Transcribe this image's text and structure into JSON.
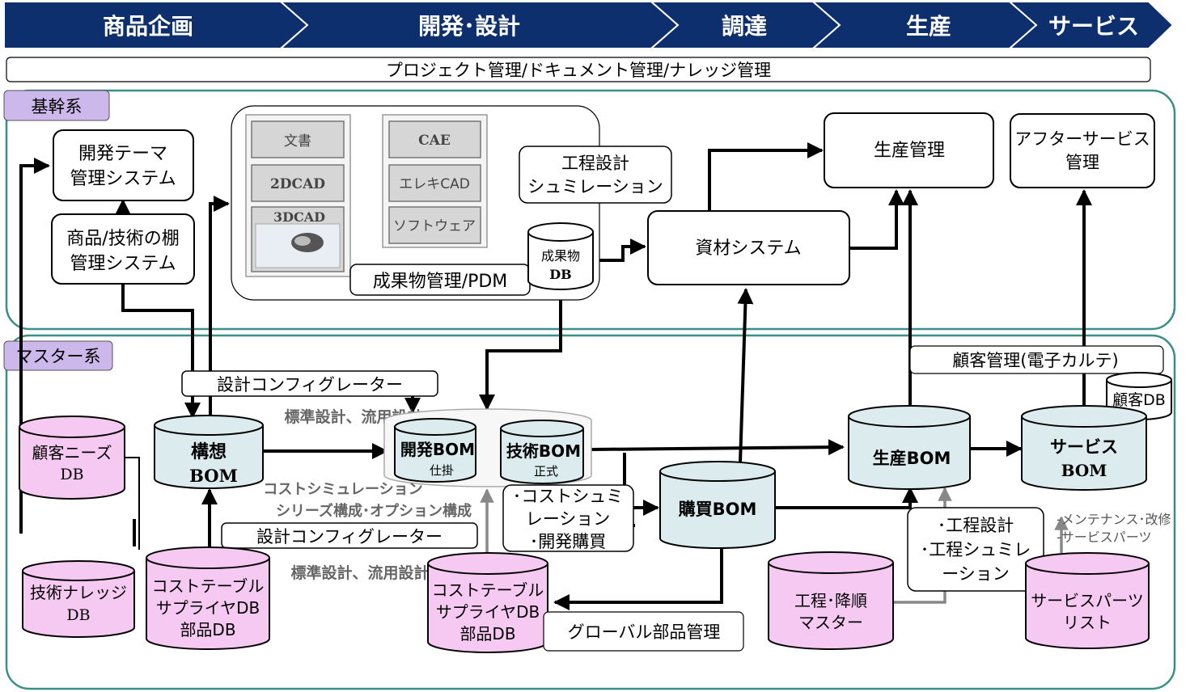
{
  "phases": [
    "商品企画",
    "開発･設計",
    "調達",
    "生産",
    "サービス"
  ],
  "banner": "プロジェクト管理/ドキュメント管理/ナレッジ管理",
  "sections": {
    "core": "基幹系",
    "master": "マスター系"
  },
  "core": {
    "theme_system": [
      "開発テーマ",
      "管理システム"
    ],
    "shelf_system": [
      "商品/技術の棚",
      "管理システム"
    ],
    "pdm_items_left": [
      "文書",
      "2DCAD",
      "3DCAD"
    ],
    "pdm_items_right": [
      "CAE",
      "エレキCAD",
      "ソフトウェア"
    ],
    "pdm_label": "成果物管理/PDM",
    "deliverable_db": [
      "成果物",
      "DB"
    ],
    "process_sim": [
      "工程設計",
      "シュミレーション"
    ],
    "material_system": "資材システム",
    "production_mgmt": "生産管理",
    "after_service": [
      "アフターサービス",
      "管理"
    ]
  },
  "master": {
    "customer_needs_db": [
      "顧客ニーズ",
      "DB"
    ],
    "tech_knowledge_db": [
      "技術ナレッジ",
      "DB"
    ],
    "concept_bom": [
      "構想",
      "BOM"
    ],
    "configurator_top": "設計コンフィグレーター",
    "std_design_top": "標準設計、流用設計",
    "dev_bom": [
      "開発BOM",
      "仕掛"
    ],
    "tech_bom": [
      "技術BOM",
      "正式"
    ],
    "cost_sim_notes": [
      "コストシミュレーション",
      "シリーズ構成･オプション構成"
    ],
    "configurator_bottom": "設計コンフィグレーター",
    "std_design_bottom": "標準設計、流用設計",
    "cost_table_left": [
      "コストテーブル",
      "サプライヤDB",
      "部品DB"
    ],
    "cost_table_center": [
      "コストテーブル",
      "サプライヤDB",
      "部品DB"
    ],
    "cost_sim_box": [
      "･コストシュミ",
      "レーション",
      "･開発購買"
    ],
    "purchase_bom": "購買BOM",
    "global_parts": "グローバル部品管理",
    "production_bom": "生産BOM",
    "process_master": [
      "工程･降順",
      "マスター"
    ],
    "process_design_box": [
      "･工程設計",
      "･工程シュミレ",
      "ーション"
    ],
    "customer_mgmt": "顧客管理(電子カルテ)",
    "customer_db": "顧客DB",
    "service_bom": [
      "サービス",
      "BOM"
    ],
    "service_notes": [
      "-メンテナンス･改修",
      "-サービスパーツ"
    ],
    "service_parts_list": [
      "サービスパーツ",
      "リスト"
    ]
  },
  "colors": {
    "navy": "#0d2f6e",
    "teal": "#3a8f88",
    "lavender": "#cdb8ec",
    "pink": "#f6c9f2",
    "cyan": "#dcecee",
    "gray": "#d6d6d6"
  }
}
